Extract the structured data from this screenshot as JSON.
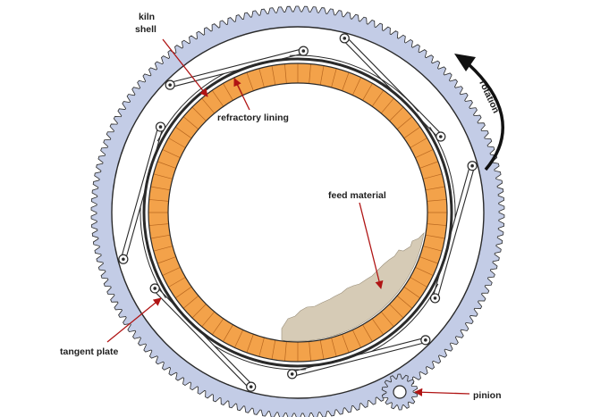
{
  "labels": {
    "kiln_shell_line1": "kiln",
    "kiln_shell_line2": "shell",
    "refractory_lining": "refractory lining",
    "feed_material": "feed material",
    "tangent_plate": "tangent plate",
    "pinion": "pinion",
    "rotation": "rotation"
  },
  "colors": {
    "gear_ring": "#c3cce6",
    "outline": "#2a2a2a",
    "refractory": "#f3a24a",
    "feed": "#d6cbb6",
    "leader": "#b01414",
    "arrow": "#111111"
  },
  "tangent_plate_count": 6
}
